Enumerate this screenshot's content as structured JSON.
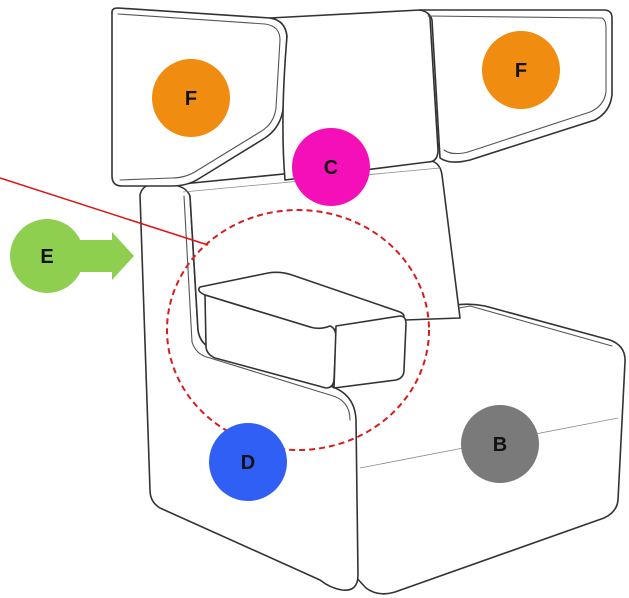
{
  "colors": {
    "orange": "#f08c0f",
    "magenta": "#f40fb8",
    "green": "#8fcf4f",
    "blue": "#2f5ff5",
    "gray": "#7a7a7a",
    "pointer_line": "#e01010",
    "highlight_circle": "#d81c1c"
  },
  "labels": {
    "f_left": {
      "text": "F",
      "color_key": "orange"
    },
    "f_right": {
      "text": "F",
      "color_key": "orange"
    },
    "c": {
      "text": "C",
      "color_key": "magenta"
    },
    "e": {
      "text": "E",
      "color_key": "green"
    },
    "d": {
      "text": "D",
      "color_key": "blue"
    },
    "b": {
      "text": "B",
      "color_key": "gray"
    }
  }
}
